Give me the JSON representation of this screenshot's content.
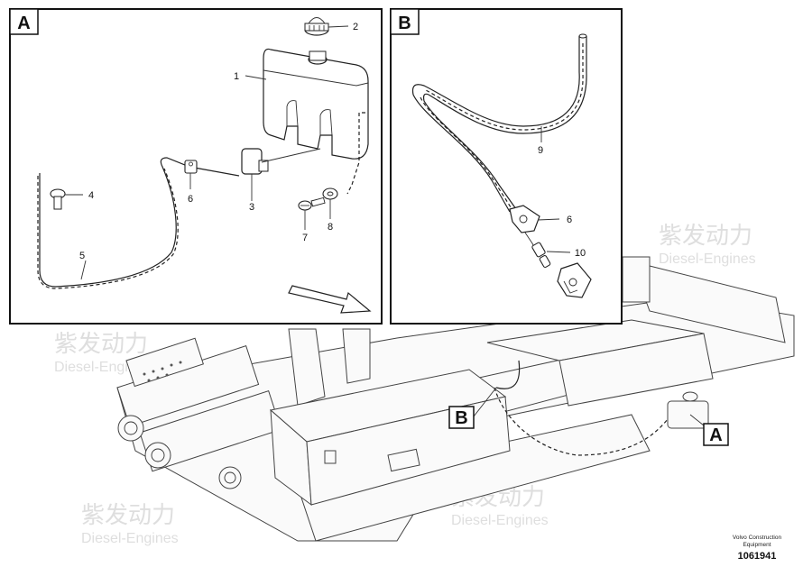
{
  "panels": {
    "a": {
      "letter": "A"
    },
    "b": {
      "letter": "B"
    }
  },
  "callouts_a": [
    "1",
    "2",
    "3",
    "4",
    "5",
    "6",
    "7",
    "8"
  ],
  "callouts_b": [
    "6",
    "9",
    "10"
  ],
  "overview_labels": {
    "b": "B",
    "a": "A"
  },
  "watermark": {
    "cn": "紫发动力",
    "en": "Diesel-Engines"
  },
  "footer": {
    "brand": "Volvo Construction Equipment",
    "drawing_number": "1061941"
  }
}
